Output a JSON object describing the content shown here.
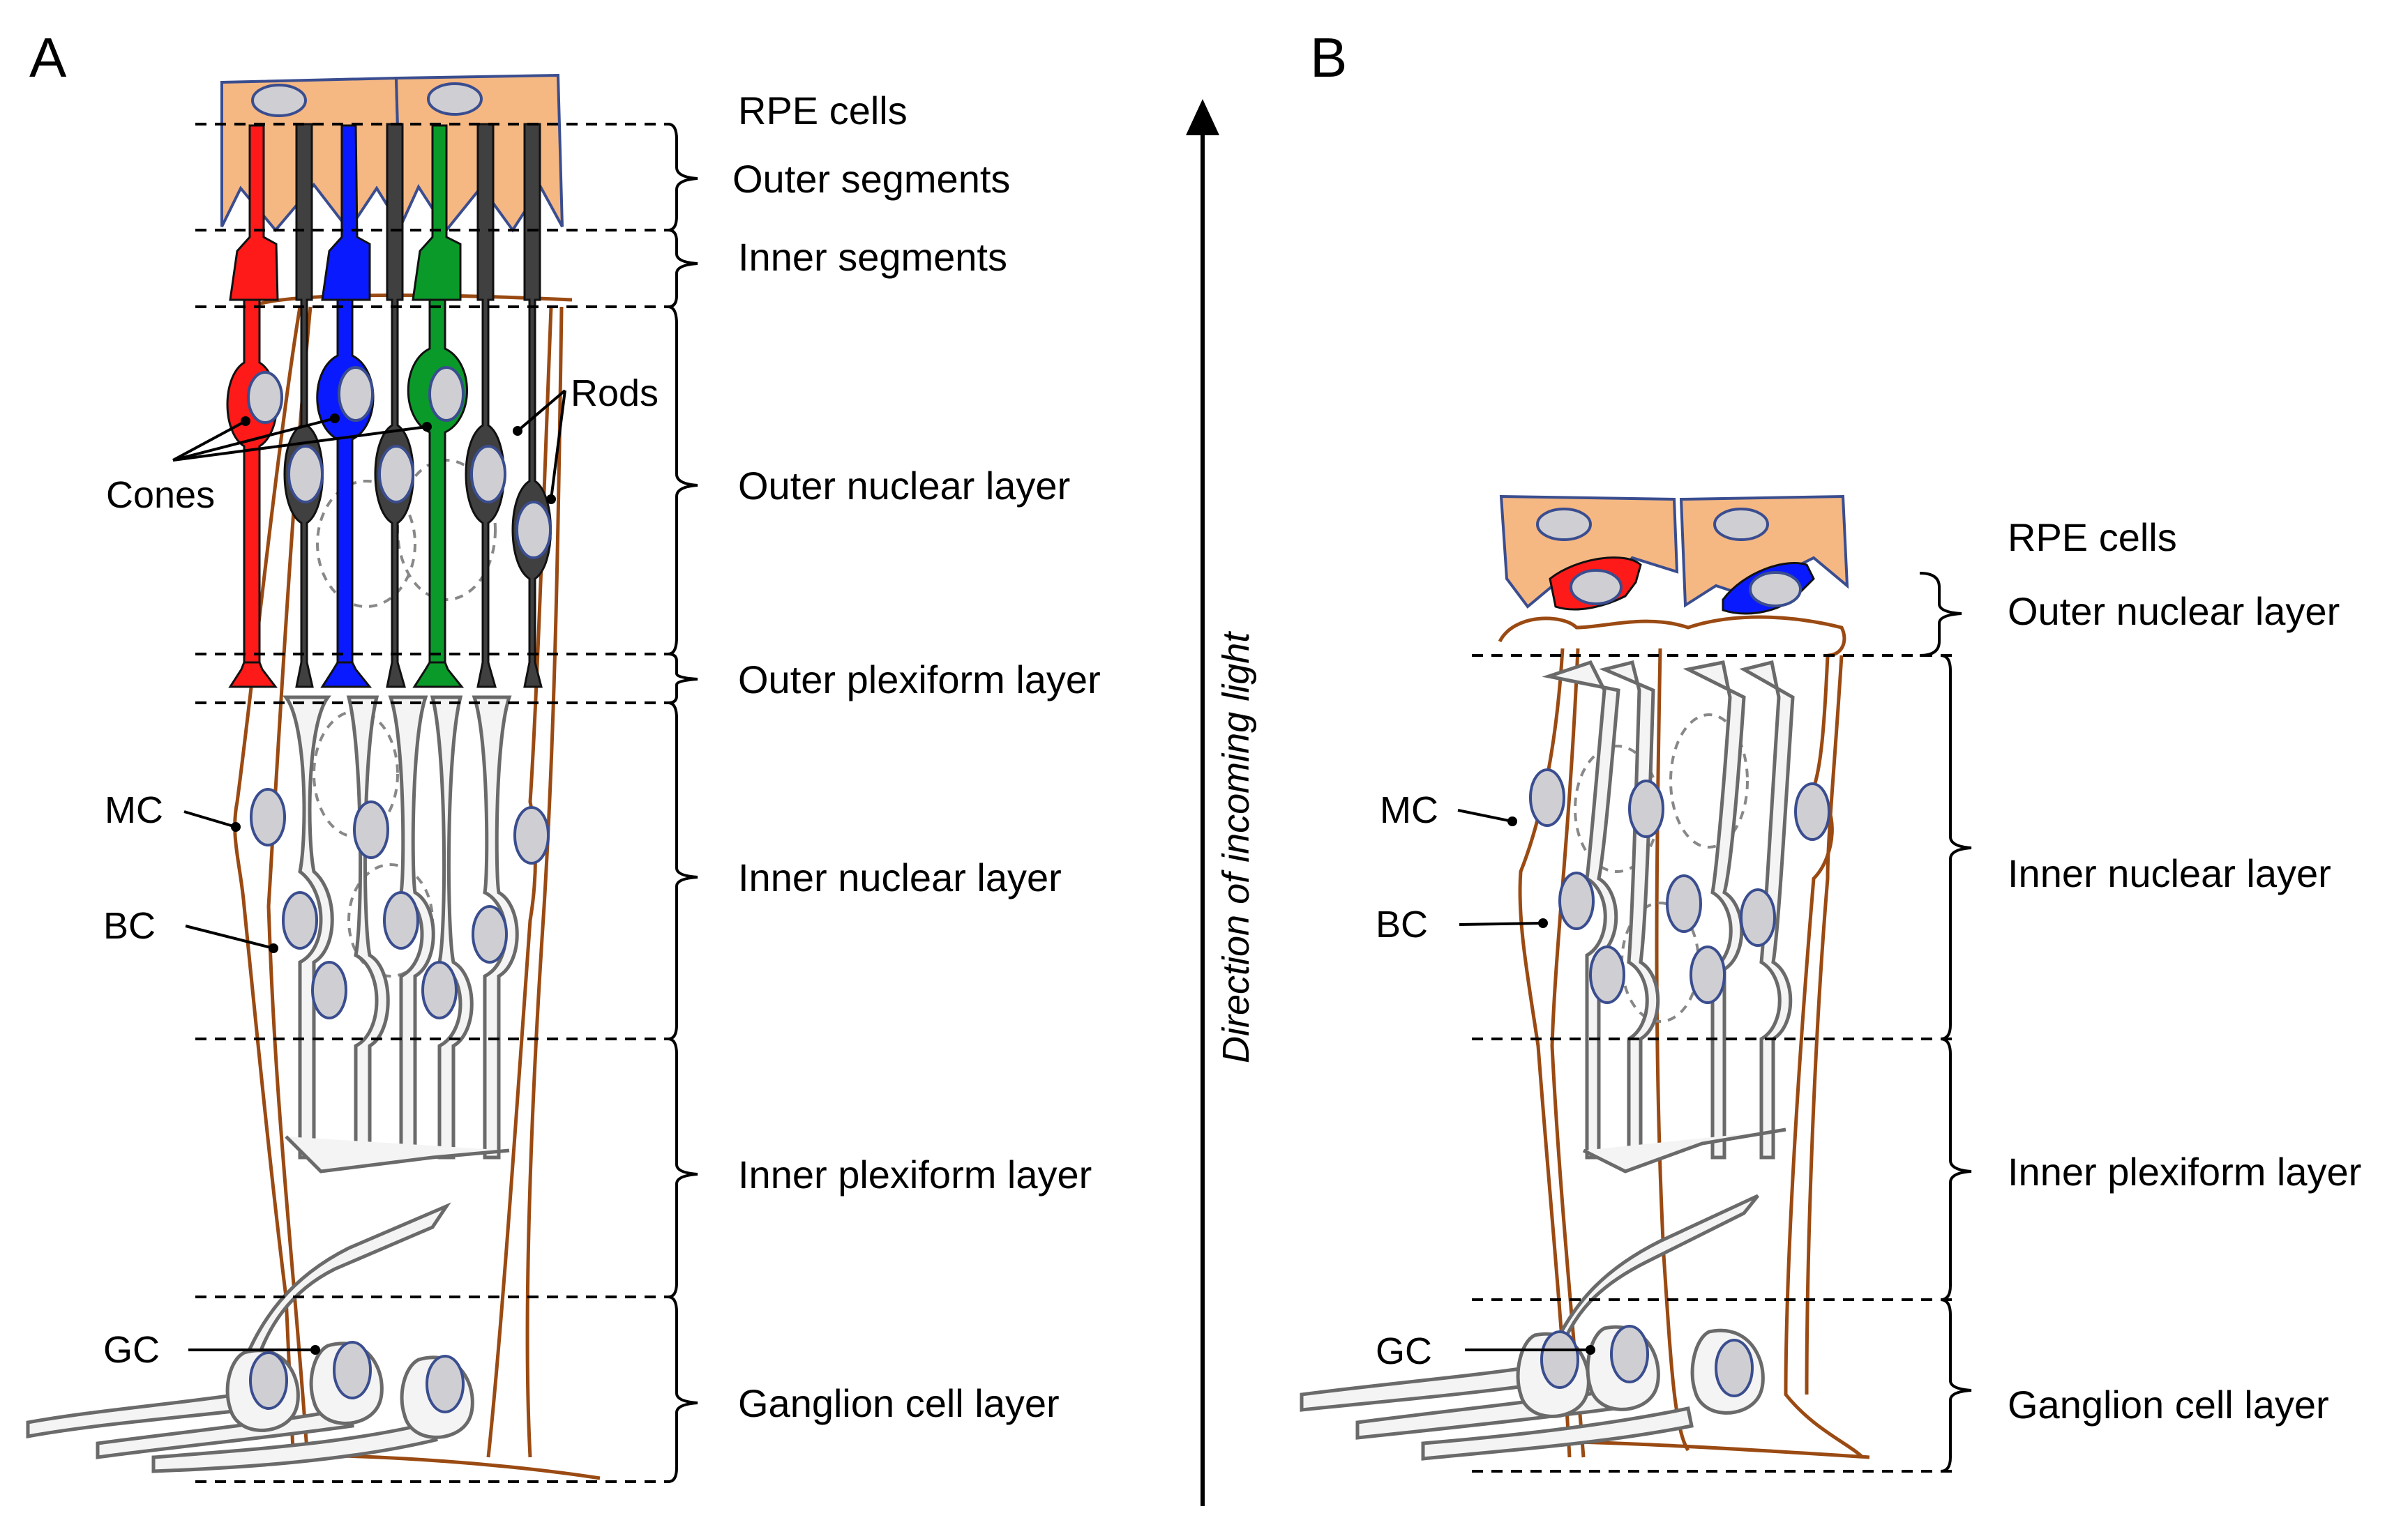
{
  "panels": {
    "a": {
      "letter": "A",
      "layers": {
        "rpe": "RPE cells",
        "outer_segments": "Outer segments",
        "inner_segments": "Inner segments",
        "outer_nuclear": "Outer nuclear layer",
        "outer_plexiform": "Outer plexiform layer",
        "inner_nuclear": "Inner nuclear layer",
        "inner_plexiform": "Inner plexiform layer",
        "ganglion": "Ganglion cell layer"
      },
      "cells": {
        "cones": "Cones",
        "rods": "Rods",
        "mc": "MC",
        "bc": "BC",
        "gc": "GC"
      }
    },
    "b": {
      "letter": "B",
      "layers": {
        "rpe": "RPE cells",
        "outer_nuclear": "Outer nuclear layer",
        "inner_nuclear": "Inner nuclear layer",
        "inner_plexiform": "Inner plexiform layer",
        "ganglion": "Ganglion cell layer"
      },
      "cells": {
        "mc": "MC",
        "bc": "BC",
        "gc": "GC"
      }
    }
  },
  "light_axis": {
    "label": "Direction of incoming light"
  },
  "colors": {
    "cone_red": "#ff1a1a",
    "cone_blue": "#0a1aff",
    "cone_green": "#0a9a2a",
    "rod": "#404040",
    "rpe": "#f5b883",
    "muller_glia": "#9a4a12",
    "nucleus": "#cfcfd3"
  }
}
